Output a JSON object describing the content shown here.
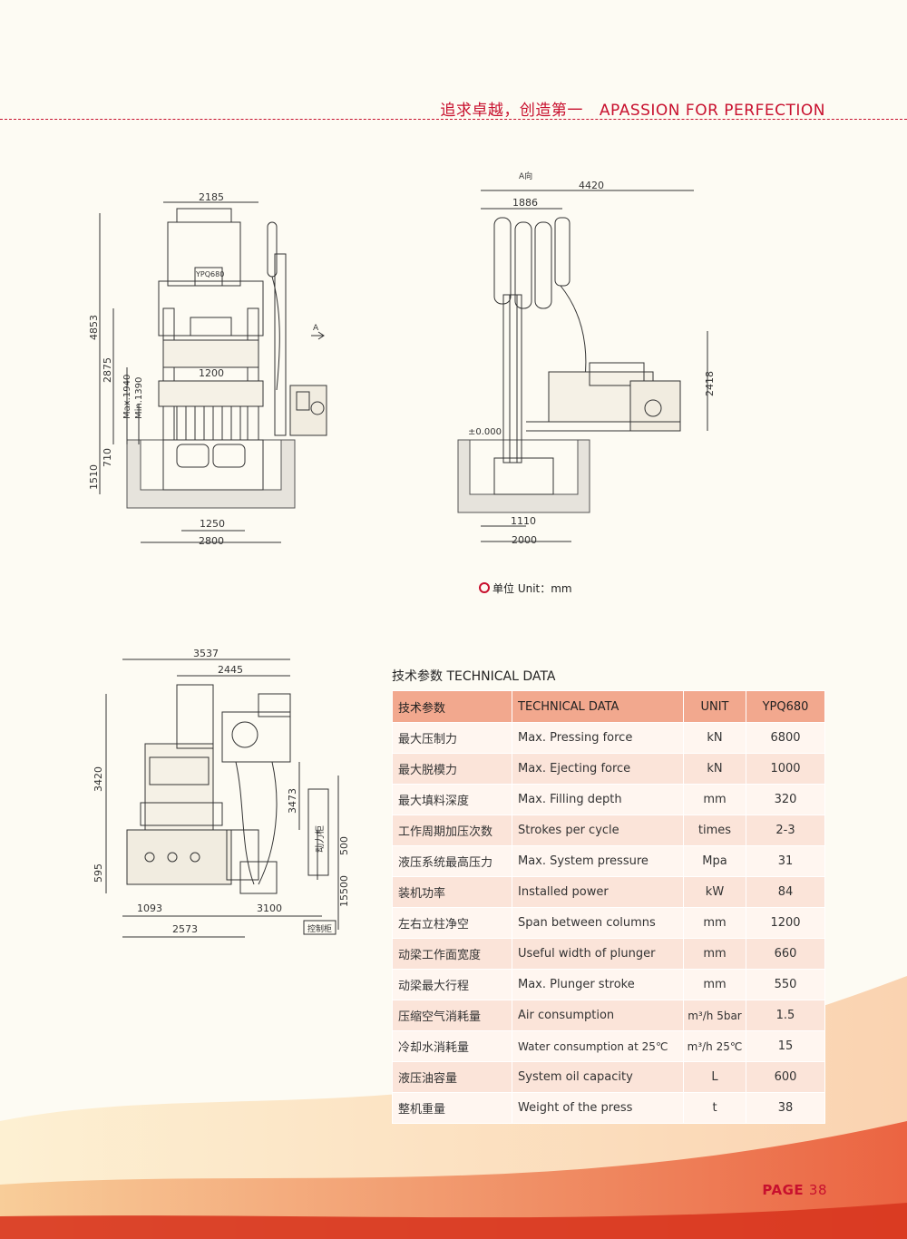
{
  "header": {
    "title_cn": "追求卓越，创造第一",
    "title_en": "APASSION FOR PERFECTION"
  },
  "drawings": {
    "front": {
      "model_label": "YPQ680",
      "dims": [
        "2185",
        "4853",
        "2875",
        "Max.1940",
        "Min.1390",
        "1200",
        "710",
        "1510",
        "1250",
        "2800"
      ],
      "arrow_label": "A"
    },
    "side": {
      "view_label": "A向",
      "dims": [
        "4420",
        "1886",
        "2418",
        "±0.000",
        "1110",
        "2000"
      ]
    },
    "plan": {
      "dims": [
        "3537",
        "2445",
        "3420",
        "3473",
        "595",
        "500",
        "15500",
        "1093",
        "3100",
        "2573"
      ],
      "label_power_cabinet": "动力柜",
      "label_control_cabinet": "控制柜"
    }
  },
  "unit_note": "单位 Unit：mm",
  "technical_data": {
    "title": "技术参数 TECHNICAL DATA",
    "headers": [
      "技术参数",
      "TECHNICAL DATA",
      "UNIT",
      "YPQ680"
    ],
    "rows": [
      {
        "cn": "最大压制力",
        "en": "Max. Pressing force",
        "unit": "kN",
        "value": "6800"
      },
      {
        "cn": "最大脱模力",
        "en": "Max. Ejecting force",
        "unit": "kN",
        "value": "1000"
      },
      {
        "cn": "最大填料深度",
        "en": "Max. Filling depth",
        "unit": "mm",
        "value": "320"
      },
      {
        "cn": "工作周期加压次数",
        "en": "Strokes per cycle",
        "unit": "times",
        "value": "2-3"
      },
      {
        "cn": "液压系统最高压力",
        "en": "Max. System pressure",
        "unit": "Mpa",
        "value": "31"
      },
      {
        "cn": "装机功率",
        "en": "Installed power",
        "unit": "kW",
        "value": "84"
      },
      {
        "cn": "左右立柱净空",
        "en": "Span between columns",
        "unit": "mm",
        "value": "1200"
      },
      {
        "cn": "动梁工作面宽度",
        "en": "Useful width of plunger",
        "unit": "mm",
        "value": "660"
      },
      {
        "cn": "动梁最大行程",
        "en": "Max. Plunger stroke",
        "unit": "mm",
        "value": "550"
      },
      {
        "cn": "压缩空气消耗量",
        "en": "Air consumption",
        "unit": "m³/h 5bar",
        "value": "1.5"
      },
      {
        "cn": "冷却水消耗量",
        "en": "Water consumption at 25℃",
        "unit": "m³/h 25℃",
        "value": "15"
      },
      {
        "cn": "液压油容量",
        "en": "System oil capacity",
        "unit": "L",
        "value": "600"
      },
      {
        "cn": "整机重量",
        "en": "Weight of the press",
        "unit": "t",
        "value": "38"
      }
    ]
  },
  "page": {
    "label": "PAGE",
    "number": "38"
  },
  "colors": {
    "accent": "#c8102e",
    "table_header": "#f2a88e",
    "row_even": "#fbe4d9",
    "row_odd": "#fff6f0"
  }
}
